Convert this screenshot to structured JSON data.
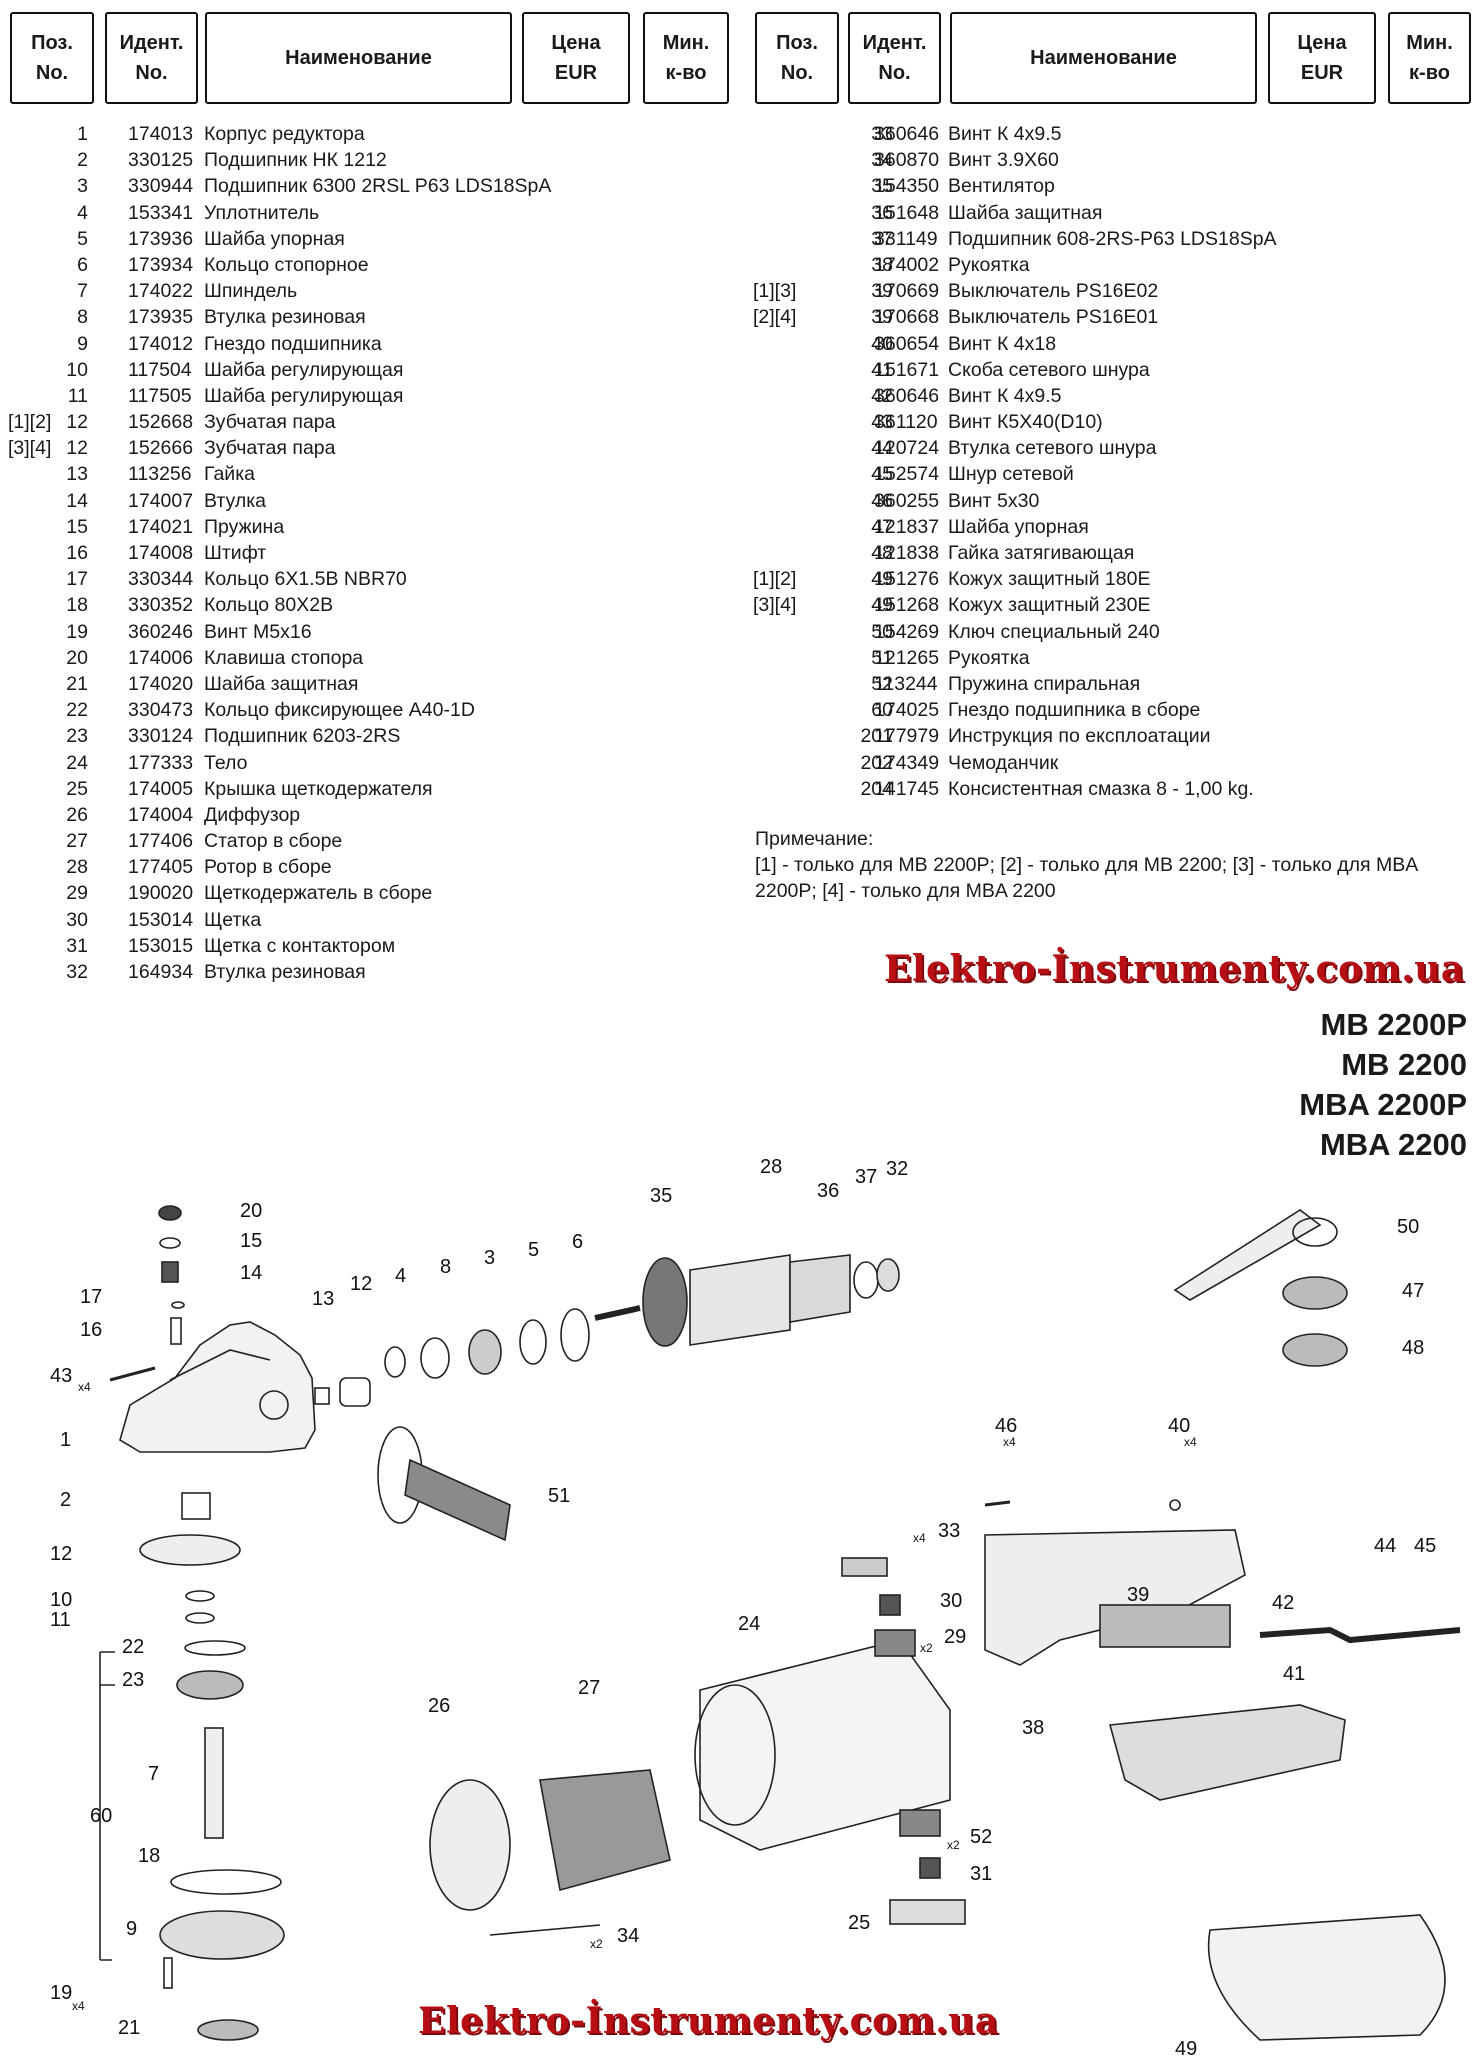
{
  "headers": {
    "pos": "Поз.\nNo.",
    "ident": "Идент.\nNo.",
    "name": "Наименование",
    "price": "Цена\nEUR",
    "min": "Мин.\nк-во"
  },
  "parts_left": [
    {
      "note": "",
      "pos": "1",
      "id": "174013",
      "name": "Корпус редуктора"
    },
    {
      "note": "",
      "pos": "2",
      "id": "330125",
      "name": "Подшипник НК 1212"
    },
    {
      "note": "",
      "pos": "3",
      "id": "330944",
      "name": "Подшипник 6300 2RSL P63 LDS18SpA"
    },
    {
      "note": "",
      "pos": "4",
      "id": "153341",
      "name": "Уплотнитель"
    },
    {
      "note": "",
      "pos": "5",
      "id": "173936",
      "name": "Шайба упорная"
    },
    {
      "note": "",
      "pos": "6",
      "id": "173934",
      "name": "Кольцо стопорное"
    },
    {
      "note": "",
      "pos": "7",
      "id": "174022",
      "name": "Шпиндель"
    },
    {
      "note": "",
      "pos": "8",
      "id": "173935",
      "name": "Втулка резиновая"
    },
    {
      "note": "",
      "pos": "9",
      "id": "174012",
      "name": "Гнездо подшипника"
    },
    {
      "note": "",
      "pos": "10",
      "id": "117504",
      "name": "Шайба регулирующая"
    },
    {
      "note": "",
      "pos": "11",
      "id": "117505",
      "name": "Шайба регулирующая"
    },
    {
      "note": "[1][2]",
      "pos": "12",
      "id": "152668",
      "name": "Зубчатая пара"
    },
    {
      "note": "[3][4]",
      "pos": "12",
      "id": "152666",
      "name": "Зубчатая пара"
    },
    {
      "note": "",
      "pos": "13",
      "id": "113256",
      "name": "Гайка"
    },
    {
      "note": "",
      "pos": "14",
      "id": "174007",
      "name": "Втулка"
    },
    {
      "note": "",
      "pos": "15",
      "id": "174021",
      "name": "Пружина"
    },
    {
      "note": "",
      "pos": "16",
      "id": "174008",
      "name": "Штифт"
    },
    {
      "note": "",
      "pos": "17",
      "id": "330344",
      "name": "Кольцо 6Х1.5B NBR70"
    },
    {
      "note": "",
      "pos": "18",
      "id": "330352",
      "name": "Кольцо 80Х2B"
    },
    {
      "note": "",
      "pos": "19",
      "id": "360246",
      "name": "Винт М5х16"
    },
    {
      "note": "",
      "pos": "20",
      "id": "174006",
      "name": "Клавиша стопора"
    },
    {
      "note": "",
      "pos": "21",
      "id": "174020",
      "name": "Шайба защитная"
    },
    {
      "note": "",
      "pos": "22",
      "id": "330473",
      "name": "Кольцо фиксирующее A40-1D"
    },
    {
      "note": "",
      "pos": "23",
      "id": "330124",
      "name": "Подшипник  6203-2RS"
    },
    {
      "note": "",
      "pos": "24",
      "id": "177333",
      "name": "Тело"
    },
    {
      "note": "",
      "pos": "25",
      "id": "174005",
      "name": "Крышка щеткодержателя"
    },
    {
      "note": "",
      "pos": "26",
      "id": "174004",
      "name": "Диффузор"
    },
    {
      "note": "",
      "pos": "27",
      "id": "177406",
      "name": "Статор в сборе"
    },
    {
      "note": "",
      "pos": "28",
      "id": "177405",
      "name": "Ротор в сборе"
    },
    {
      "note": "",
      "pos": "29",
      "id": "190020",
      "name": "Щеткодержатель в сборе"
    },
    {
      "note": "",
      "pos": "30",
      "id": "153014",
      "name": "Щетка"
    },
    {
      "note": "",
      "pos": "31",
      "id": "153015",
      "name": "Щетка с контактором"
    },
    {
      "note": "",
      "pos": "32",
      "id": "164934",
      "name": "Втулка резиновая"
    }
  ],
  "parts_right": [
    {
      "note": "",
      "pos": "33",
      "id": "360646",
      "name": "Винт К 4х9.5"
    },
    {
      "note": "",
      "pos": "34",
      "id": "360870",
      "name": "Винт 3.9Х60"
    },
    {
      "note": "",
      "pos": "35",
      "id": "154350",
      "name": "Вентилятор"
    },
    {
      "note": "",
      "pos": "36",
      "id": "151648",
      "name": "Шайба защитная"
    },
    {
      "note": "",
      "pos": "37",
      "id": "331149",
      "name": "Подшипник 608-2RS-P63 LDS18SpA"
    },
    {
      "note": "",
      "pos": "38",
      "id": "174002",
      "name": "Рукоятка"
    },
    {
      "note": "[1][3]",
      "pos": "39",
      "id": "170669",
      "name": "Выключатель PS16E02"
    },
    {
      "note": "[2][4]",
      "pos": "39",
      "id": "170668",
      "name": "Выключатель PS16E01"
    },
    {
      "note": "",
      "pos": "40",
      "id": "360654",
      "name": "Винт К 4х18"
    },
    {
      "note": "",
      "pos": "41",
      "id": "151671",
      "name": "Скоба сетевого шнура"
    },
    {
      "note": "",
      "pos": "42",
      "id": "360646",
      "name": "Винт К 4х9.5"
    },
    {
      "note": "",
      "pos": "43",
      "id": "361120",
      "name": "Винт К5Х40(D10)"
    },
    {
      "note": "",
      "pos": "44",
      "id": "120724",
      "name": "Втулка сетевого шнура"
    },
    {
      "note": "",
      "pos": "45",
      "id": "152574",
      "name": "Шнур сетевой"
    },
    {
      "note": "",
      "pos": "46",
      "id": "360255",
      "name": "Винт 5х30"
    },
    {
      "note": "",
      "pos": "47",
      "id": "121837",
      "name": "Шайба упорная"
    },
    {
      "note": "",
      "pos": "48",
      "id": "121838",
      "name": "Гайка затягивающая"
    },
    {
      "note": "[1][2]",
      "pos": "49",
      "id": "151276",
      "name": "Кожух защитный 180E"
    },
    {
      "note": "[3][4]",
      "pos": "49",
      "id": "151268",
      "name": "Кожух защитный 230E"
    },
    {
      "note": "",
      "pos": "50",
      "id": "154269",
      "name": "Ключ специальный 240"
    },
    {
      "note": "",
      "pos": "51",
      "id": "121265",
      "name": "Рукоятка"
    },
    {
      "note": "",
      "pos": "52",
      "id": "113244",
      "name": "Пружина спиральная"
    },
    {
      "note": "",
      "pos": "60",
      "id": "174025",
      "name": "Гнездо подшипника в сборе"
    },
    {
      "note": "",
      "pos": "201",
      "id": "177979",
      "name": "Инструкция по експлоатации"
    },
    {
      "note": "",
      "pos": "202",
      "id": "174349",
      "name": "Чемоданчик"
    },
    {
      "note": "",
      "pos": "204",
      "id": "141745",
      "name": "Консистентная смазка 8  - 1,00 kg."
    }
  ],
  "remark": {
    "title": "Примечание:",
    "text": "[1] - только для MB 2200P; [2] - только для MB 2200; [3] - только для MBA 2200P; [4] - только для MBA 2200"
  },
  "watermark": "Elektro-İnstrumenty.com.ua",
  "models": [
    "MB  2200P",
    "MB  2200",
    "MBA  2200P",
    "MBA  2200"
  ],
  "callouts": [
    "20",
    "15",
    "14",
    "17",
    "16",
    "43",
    "1",
    "13",
    "12",
    "4",
    "8",
    "3",
    "5",
    "6",
    "28",
    "36",
    "37",
    "32",
    "35",
    "2",
    "12",
    "10",
    "11",
    "22",
    "23",
    "7",
    "60",
    "18",
    "9",
    "19",
    "21",
    "51",
    "26",
    "27",
    "24",
    "34",
    "25",
    "31",
    "52",
    "29",
    "30",
    "33",
    "46",
    "40",
    "39",
    "42",
    "41",
    "38",
    "44",
    "45",
    "50",
    "47",
    "48",
    "49"
  ],
  "multipliers": {
    "x4": "x4",
    "x2": "x2"
  }
}
